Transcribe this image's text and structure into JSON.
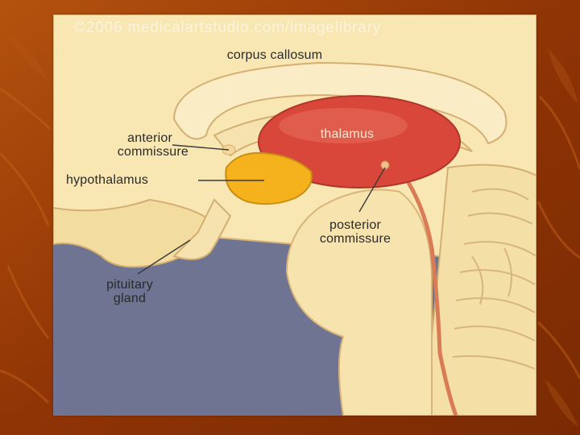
{
  "watermark": "©2006 medicalartstudio.com/imagelibrary",
  "labels": {
    "corpus_callosum": "corpus callosum",
    "thalamus": "thalamus",
    "anterior_commissure_line1": "anterior",
    "anterior_commissure_line2": "commissure",
    "hypothalamus": "hypothalamus",
    "posterior_commissure_line1": "posterior",
    "posterior_commissure_line2": "commissure",
    "pituitary_gland_line1": "pituitary",
    "pituitary_gland_line2": "gland"
  },
  "colors": {
    "slide_background": "#9a3a06",
    "brain_tissue": "#f8e7b3",
    "tissue_outline": "#d9b47a",
    "thalamus": "#d9473a",
    "hypothalamus": "#f5b21c",
    "backdrop": "#6e7491"
  }
}
